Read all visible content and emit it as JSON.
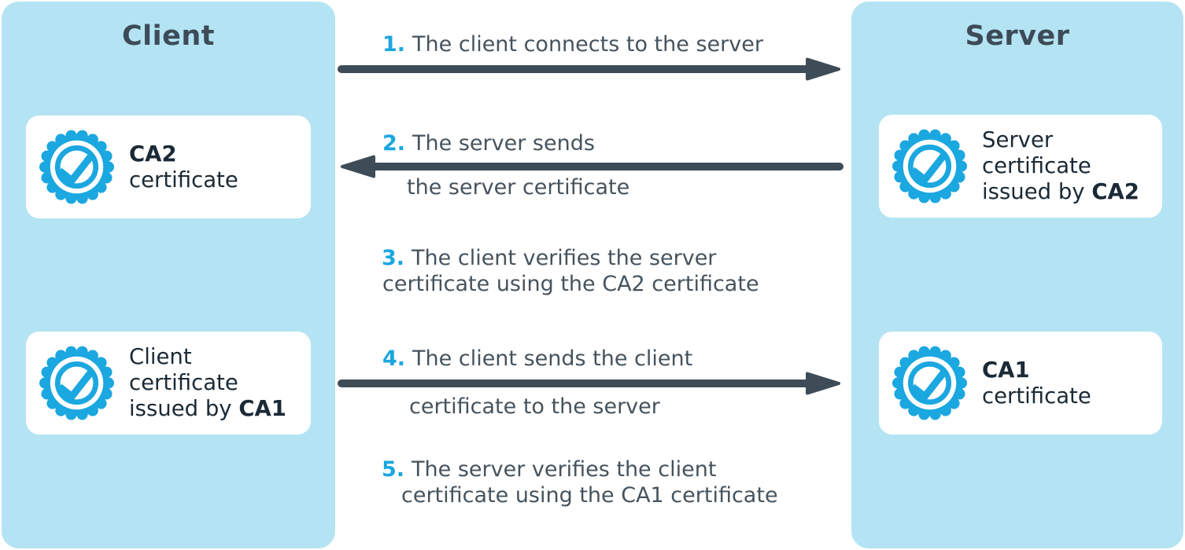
{
  "colors": {
    "panel_bg": "#B4E4F3",
    "card_bg": "#FFFFFF",
    "accent_cyan": "#1BA7E0",
    "arrow_slate": "#3E4C57",
    "step_text": "#46535E",
    "card_text": "#1B2A36",
    "background": "#FFFFFF"
  },
  "icons": {
    "badge": "certificate-rosette-check-icon"
  },
  "client_panel": {
    "title": "Client",
    "cards": [
      {
        "id": "ca2-certificate",
        "lines": [
          [
            {
              "t": "CA2",
              "b": true
            }
          ],
          [
            {
              "t": "certificate"
            }
          ]
        ]
      },
      {
        "id": "client-certificate",
        "lines": [
          [
            {
              "t": "Client"
            }
          ],
          [
            {
              "t": "certificate"
            }
          ],
          [
            {
              "t": "issued by "
            },
            {
              "t": "CA1",
              "b": true
            }
          ]
        ]
      }
    ]
  },
  "server_panel": {
    "title": "Server",
    "cards": [
      {
        "id": "server-certificate",
        "lines": [
          [
            {
              "t": "Server"
            }
          ],
          [
            {
              "t": "certificate"
            }
          ],
          [
            {
              "t": "issued by "
            },
            {
              "t": "CA2",
              "b": true
            }
          ]
        ]
      },
      {
        "id": "ca1-certificate",
        "lines": [
          [
            {
              "t": "CA1",
              "b": true
            }
          ],
          [
            {
              "t": "certificate"
            }
          ]
        ]
      }
    ]
  },
  "steps": [
    {
      "num": "1.",
      "line1": "The client connects to the server",
      "line2": null,
      "arrow": "right"
    },
    {
      "num": "2.",
      "line1": "The server sends",
      "line2": "the server certificate",
      "arrow": "left"
    },
    {
      "num": "3.",
      "line1": "The client verifies the server",
      "line2": "certificate using the CA2 certificate",
      "arrow": null
    },
    {
      "num": "4.",
      "line1": "The client sends the client",
      "line2": "certificate to the server",
      "arrow": "right"
    },
    {
      "num": "5.",
      "line1": "The server verifies the client",
      "line2": "certificate using the CA1 certificate",
      "arrow": null
    }
  ]
}
